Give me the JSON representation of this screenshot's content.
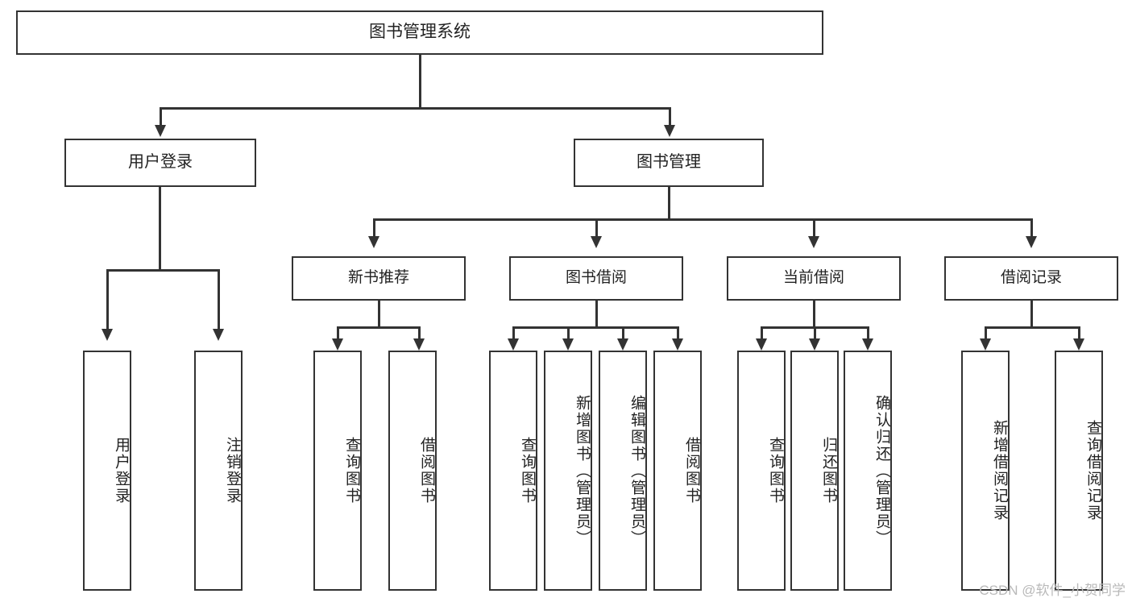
{
  "diagram": {
    "title": "图书管理系统",
    "type": "功能结构图",
    "root": {
      "id": "root",
      "label": "图书管理系统"
    },
    "level1": [
      {
        "id": "user-login",
        "label": "用户登录"
      },
      {
        "id": "book-manage",
        "label": "图书管理"
      }
    ],
    "level2": [
      {
        "id": "new-book-recommend",
        "label": "新书推荐",
        "parent": "book-manage"
      },
      {
        "id": "book-borrow",
        "label": "图书借阅",
        "parent": "book-manage"
      },
      {
        "id": "current-borrow",
        "label": "当前借阅",
        "parent": "book-manage"
      },
      {
        "id": "borrow-record",
        "label": "借阅记录",
        "parent": "book-manage"
      }
    ],
    "leaves": {
      "user-login": [
        {
          "id": "leaf-user-login",
          "label": "用户登录"
        },
        {
          "id": "leaf-logout",
          "label": "注销登录"
        }
      ],
      "new-book-recommend": [
        {
          "id": "leaf-query-book-1",
          "label": "查询图书"
        },
        {
          "id": "leaf-borrow-book-1",
          "label": "借阅图书"
        }
      ],
      "book-borrow": [
        {
          "id": "leaf-query-book-2",
          "label": "查询图书"
        },
        {
          "id": "leaf-add-book",
          "label": "新增图书（管理员）"
        },
        {
          "id": "leaf-edit-book",
          "label": "编辑图书（管理员）"
        },
        {
          "id": "leaf-borrow-book-2",
          "label": "借阅图书"
        }
      ],
      "current-borrow": [
        {
          "id": "leaf-query-book-3",
          "label": "查询图书"
        },
        {
          "id": "leaf-return-book",
          "label": "归还图书"
        },
        {
          "id": "leaf-confirm-return",
          "label": "确认归还（管理员）"
        }
      ],
      "borrow-record": [
        {
          "id": "leaf-add-record",
          "label": "新增借阅记录"
        },
        {
          "id": "leaf-query-record",
          "label": "查询借阅记录"
        }
      ]
    }
  },
  "watermark": {
    "text": "CSDN @软件_小贺同学"
  },
  "colors": {
    "stroke": "#333333",
    "text": "#222222",
    "background": "#ffffff",
    "watermark": "#b9b9b9"
  }
}
